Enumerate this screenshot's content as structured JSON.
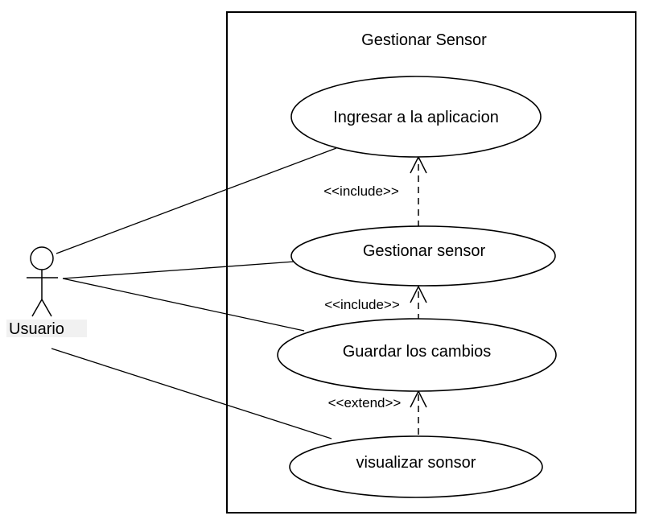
{
  "system": {
    "title": "Gestionar Sensor"
  },
  "actor": {
    "name": "Usuario"
  },
  "use_cases": {
    "ingresar": "Ingresar a la aplicacion",
    "gestionar": "Gestionar sensor",
    "guardar": "Guardar los cambios",
    "visualizar": "visualizar sonsor"
  },
  "relations": {
    "include_1": "<<include>>",
    "include_2": "<<include>>",
    "extend_1": "<<extend>>"
  }
}
